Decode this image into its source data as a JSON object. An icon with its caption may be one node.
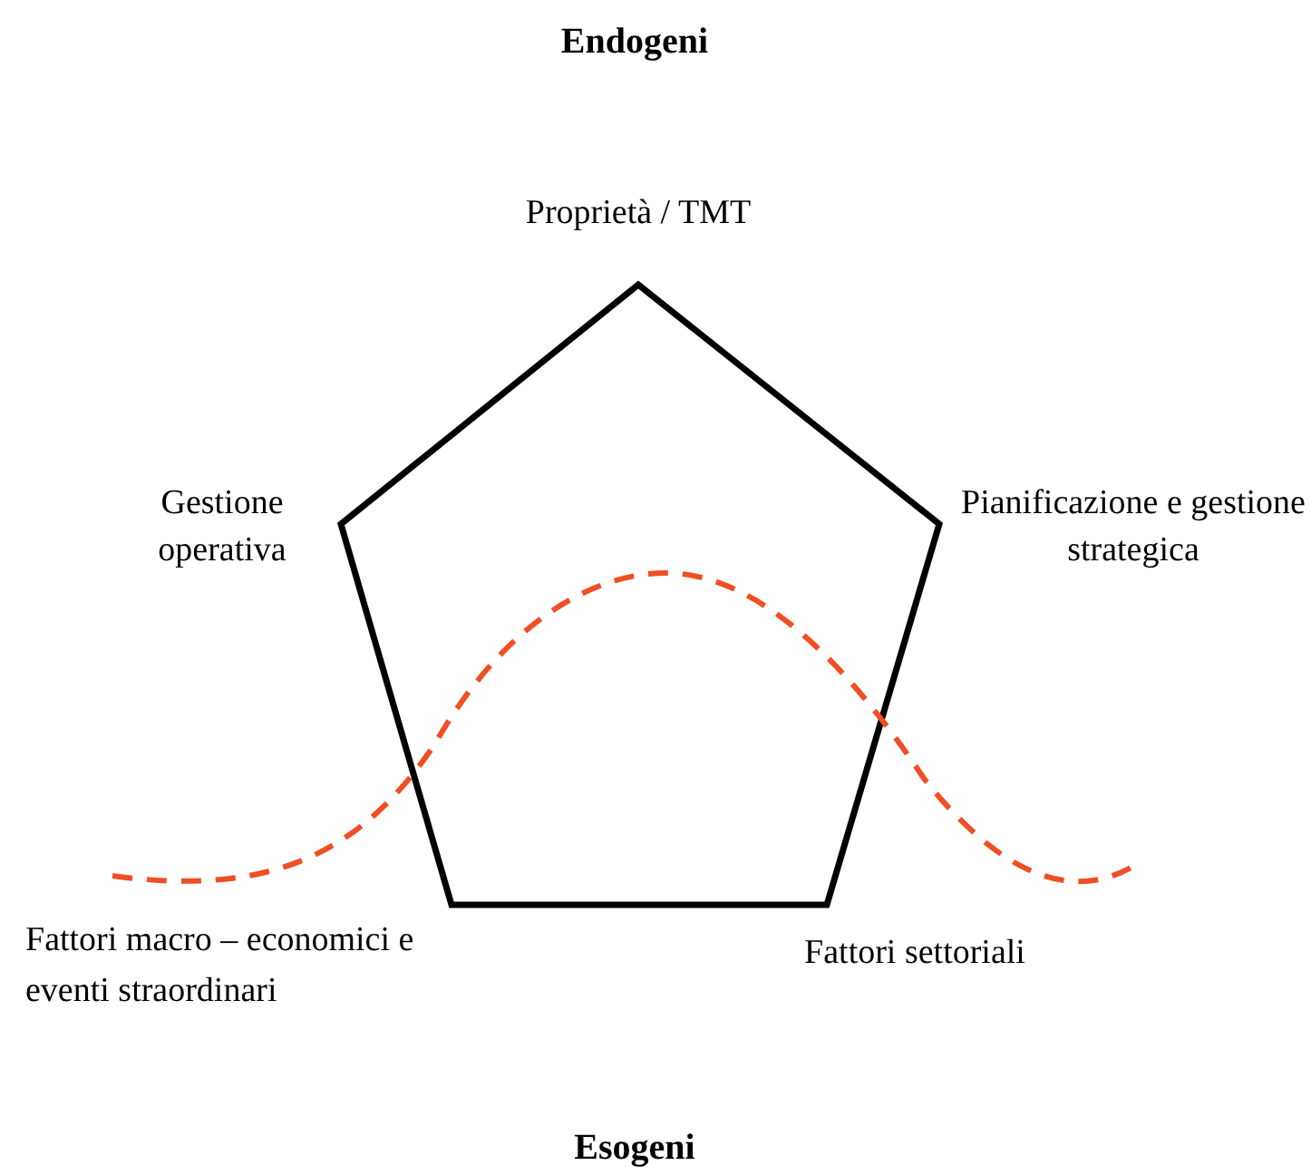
{
  "diagram": {
    "nodes": [
      {
        "text": [],
        "shape": "pentagon"
      }
    ],
    "labels": [
      "Endogeni",
      "Proprietà / TMT",
      "Gestione operativa",
      "Pianificazione e gestione strategica",
      "Fattori macro – economici e eventi straordinari",
      "Fattori settoriali",
      "Esogeni"
    ]
  }
}
